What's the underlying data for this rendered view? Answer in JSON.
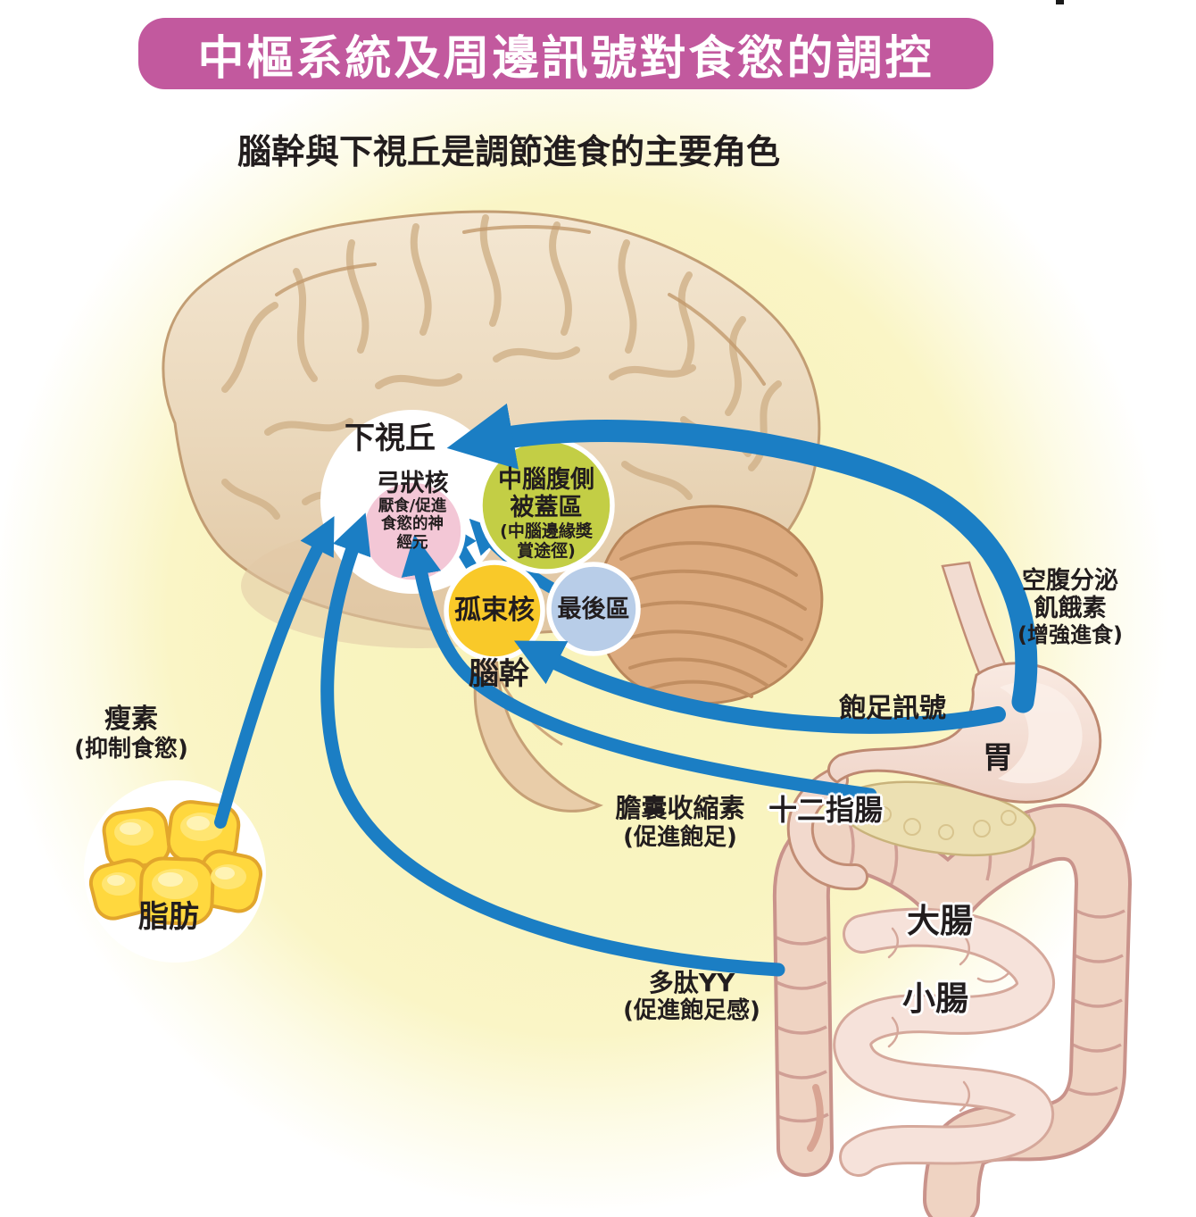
{
  "title": "中樞系統及周邊訊號對食慾的調控",
  "subtitle": "腦幹與下視丘是調節進食的主要角色",
  "colors": {
    "banner_bg": "#c2599e",
    "banner_text": "#ffffff",
    "arrow_blue": "#1b7ec4",
    "background_glow": "#f9f3bb",
    "brain_outline": "#c29d73",
    "cerebellum_fill": "#dcaa7e",
    "arcuate_fill": "#f3c7d6",
    "vta_fill": "#c3ce45",
    "nts_fill": "#f9c929",
    "area_postrema_fill": "#b8cde8",
    "fat_cell_fill": "#ffd83e",
    "stomach_outline": "#be8971",
    "intestine_fill": "#efd3c2"
  },
  "brain": {
    "hypothalamus_label": "下視丘",
    "arcuate": {
      "label": "弓狀核",
      "sublines": [
        "厭食/促進",
        "食慾的神",
        "經元"
      ]
    },
    "vta": {
      "lines": [
        "中腦腹側",
        "被蓋區"
      ],
      "sublines": [
        "(中腦邊緣獎",
        "賞途徑)"
      ]
    },
    "nts_label": "孤束核",
    "area_postrema_label": "最後區",
    "brainstem_label": "腦幹"
  },
  "signals": {
    "ghrelin": {
      "lines": [
        "空腹分泌",
        "飢餓素",
        "(增強進食)"
      ]
    },
    "satiety": {
      "label": "飽足訊號"
    },
    "cck": {
      "label": "膽囊收縮素",
      "note": "(促進飽足)"
    },
    "pyy": {
      "label": "多肽YY",
      "note": "(促進飽足感)"
    },
    "leptin": {
      "label": "瘦素",
      "note": "(抑制食慾)"
    }
  },
  "organs": {
    "stomach_label": "胃",
    "duodenum_label": "十二指腸",
    "large_intestine_label": "大腸",
    "small_intestine_label": "小腸",
    "fat_label": "脂肪"
  }
}
